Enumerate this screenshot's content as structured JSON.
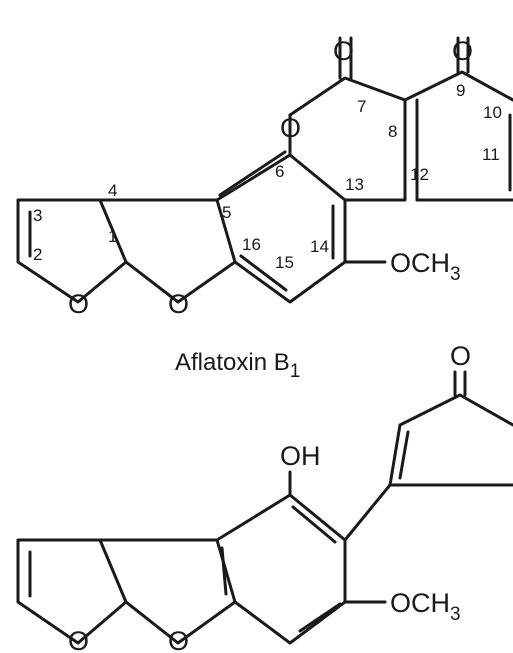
{
  "structure1": {
    "atoms": {
      "o_carbonyl_7": "O",
      "o_carbonyl_9": "O",
      "o_lactone": "O",
      "o_furan_left": "O",
      "o_furan_mid": "O"
    },
    "methoxy": {
      "main": "OCH",
      "sub": "3"
    },
    "locants": [
      "1",
      "2",
      "3",
      "4",
      "5",
      "6",
      "7",
      "8",
      "9",
      "10",
      "11",
      "12",
      "13",
      "14",
      "15",
      "16"
    ],
    "caption": {
      "main": "Aflatoxin B",
      "sub": "1"
    }
  },
  "structure2": {
    "atoms": {
      "hydroxyl": "OH",
      "o_carbonyl": "O",
      "o_furan_left": "O",
      "o_furan_mid": "O"
    },
    "methoxy": {
      "main": "OCH",
      "sub": "3"
    }
  }
}
